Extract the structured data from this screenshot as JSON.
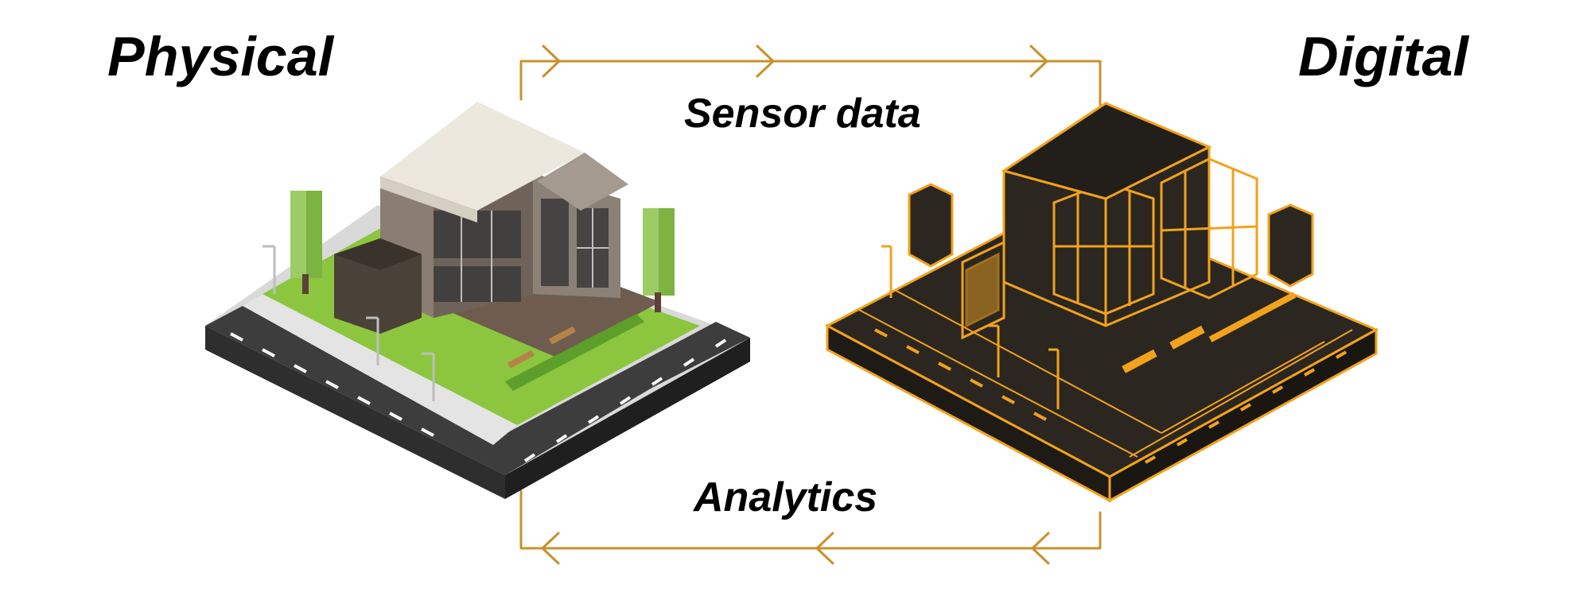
{
  "titles": {
    "physical": "Physical",
    "digital": "Digital"
  },
  "flows": {
    "top_label": "Sensor data",
    "bottom_label": "Analytics"
  },
  "colors": {
    "arrow": "#c8912b",
    "digital_line": "#f2a21c",
    "digital_fill": "#2b2620",
    "road": "#3d3d3d",
    "grass": "#8cc63f",
    "roof": "#ece8dd"
  },
  "icons": {
    "physical": "isometric-house-icon",
    "digital": "wireframe-house-icon"
  }
}
